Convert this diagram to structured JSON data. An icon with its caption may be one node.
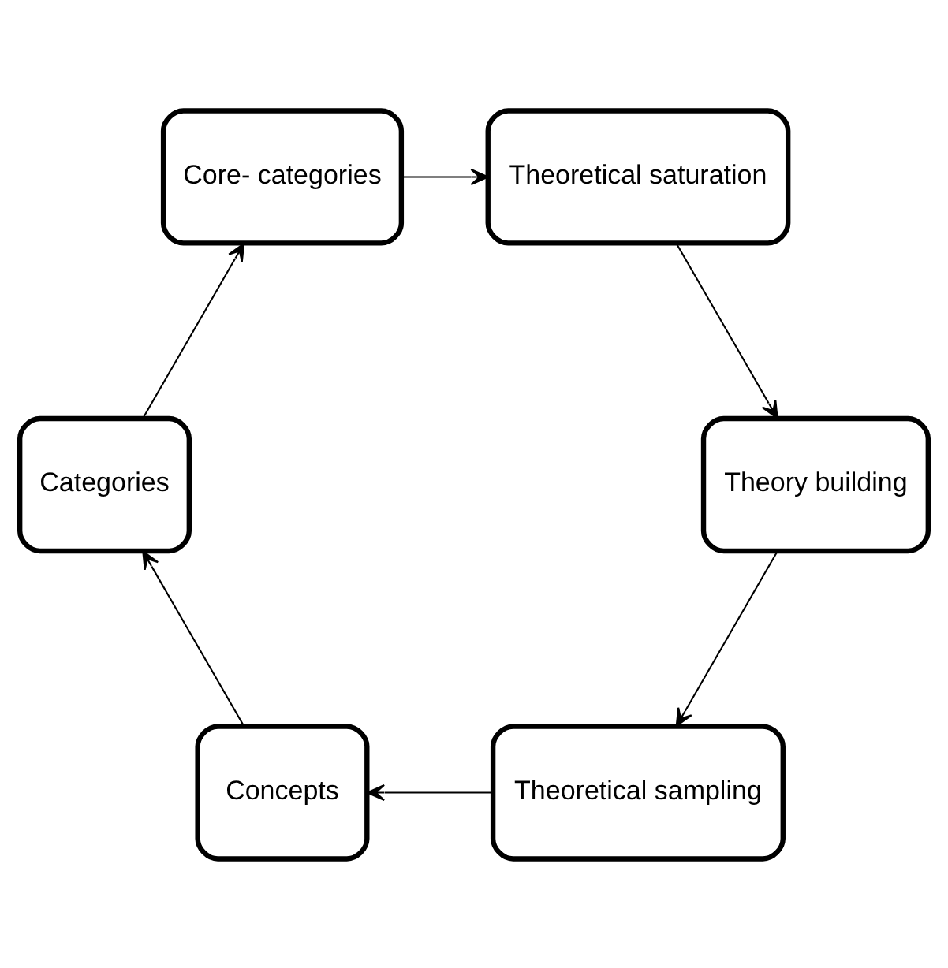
{
  "diagram": {
    "nodes": [
      {
        "text": [
          "Theoretical sampling"
        ]
      },
      {
        "text": [
          "Concepts"
        ]
      },
      {
        "text": [
          "Categories"
        ]
      },
      {
        "text": [
          "Core- categories"
        ]
      },
      {
        "text": [
          "Theoretical saturation"
        ]
      },
      {
        "text": [
          "Theory building"
        ]
      }
    ],
    "edges": [
      {
        "from": 0,
        "to": 1,
        "arrow": "to"
      },
      {
        "from": 1,
        "to": 2,
        "arrow": "to"
      },
      {
        "from": 2,
        "to": 3,
        "arrow": "to"
      },
      {
        "from": 3,
        "to": 4,
        "arrow": "to"
      },
      {
        "from": 4,
        "to": 5,
        "arrow": "to"
      },
      {
        "from": 5,
        "to": 0,
        "arrow": "to"
      }
    ]
  }
}
